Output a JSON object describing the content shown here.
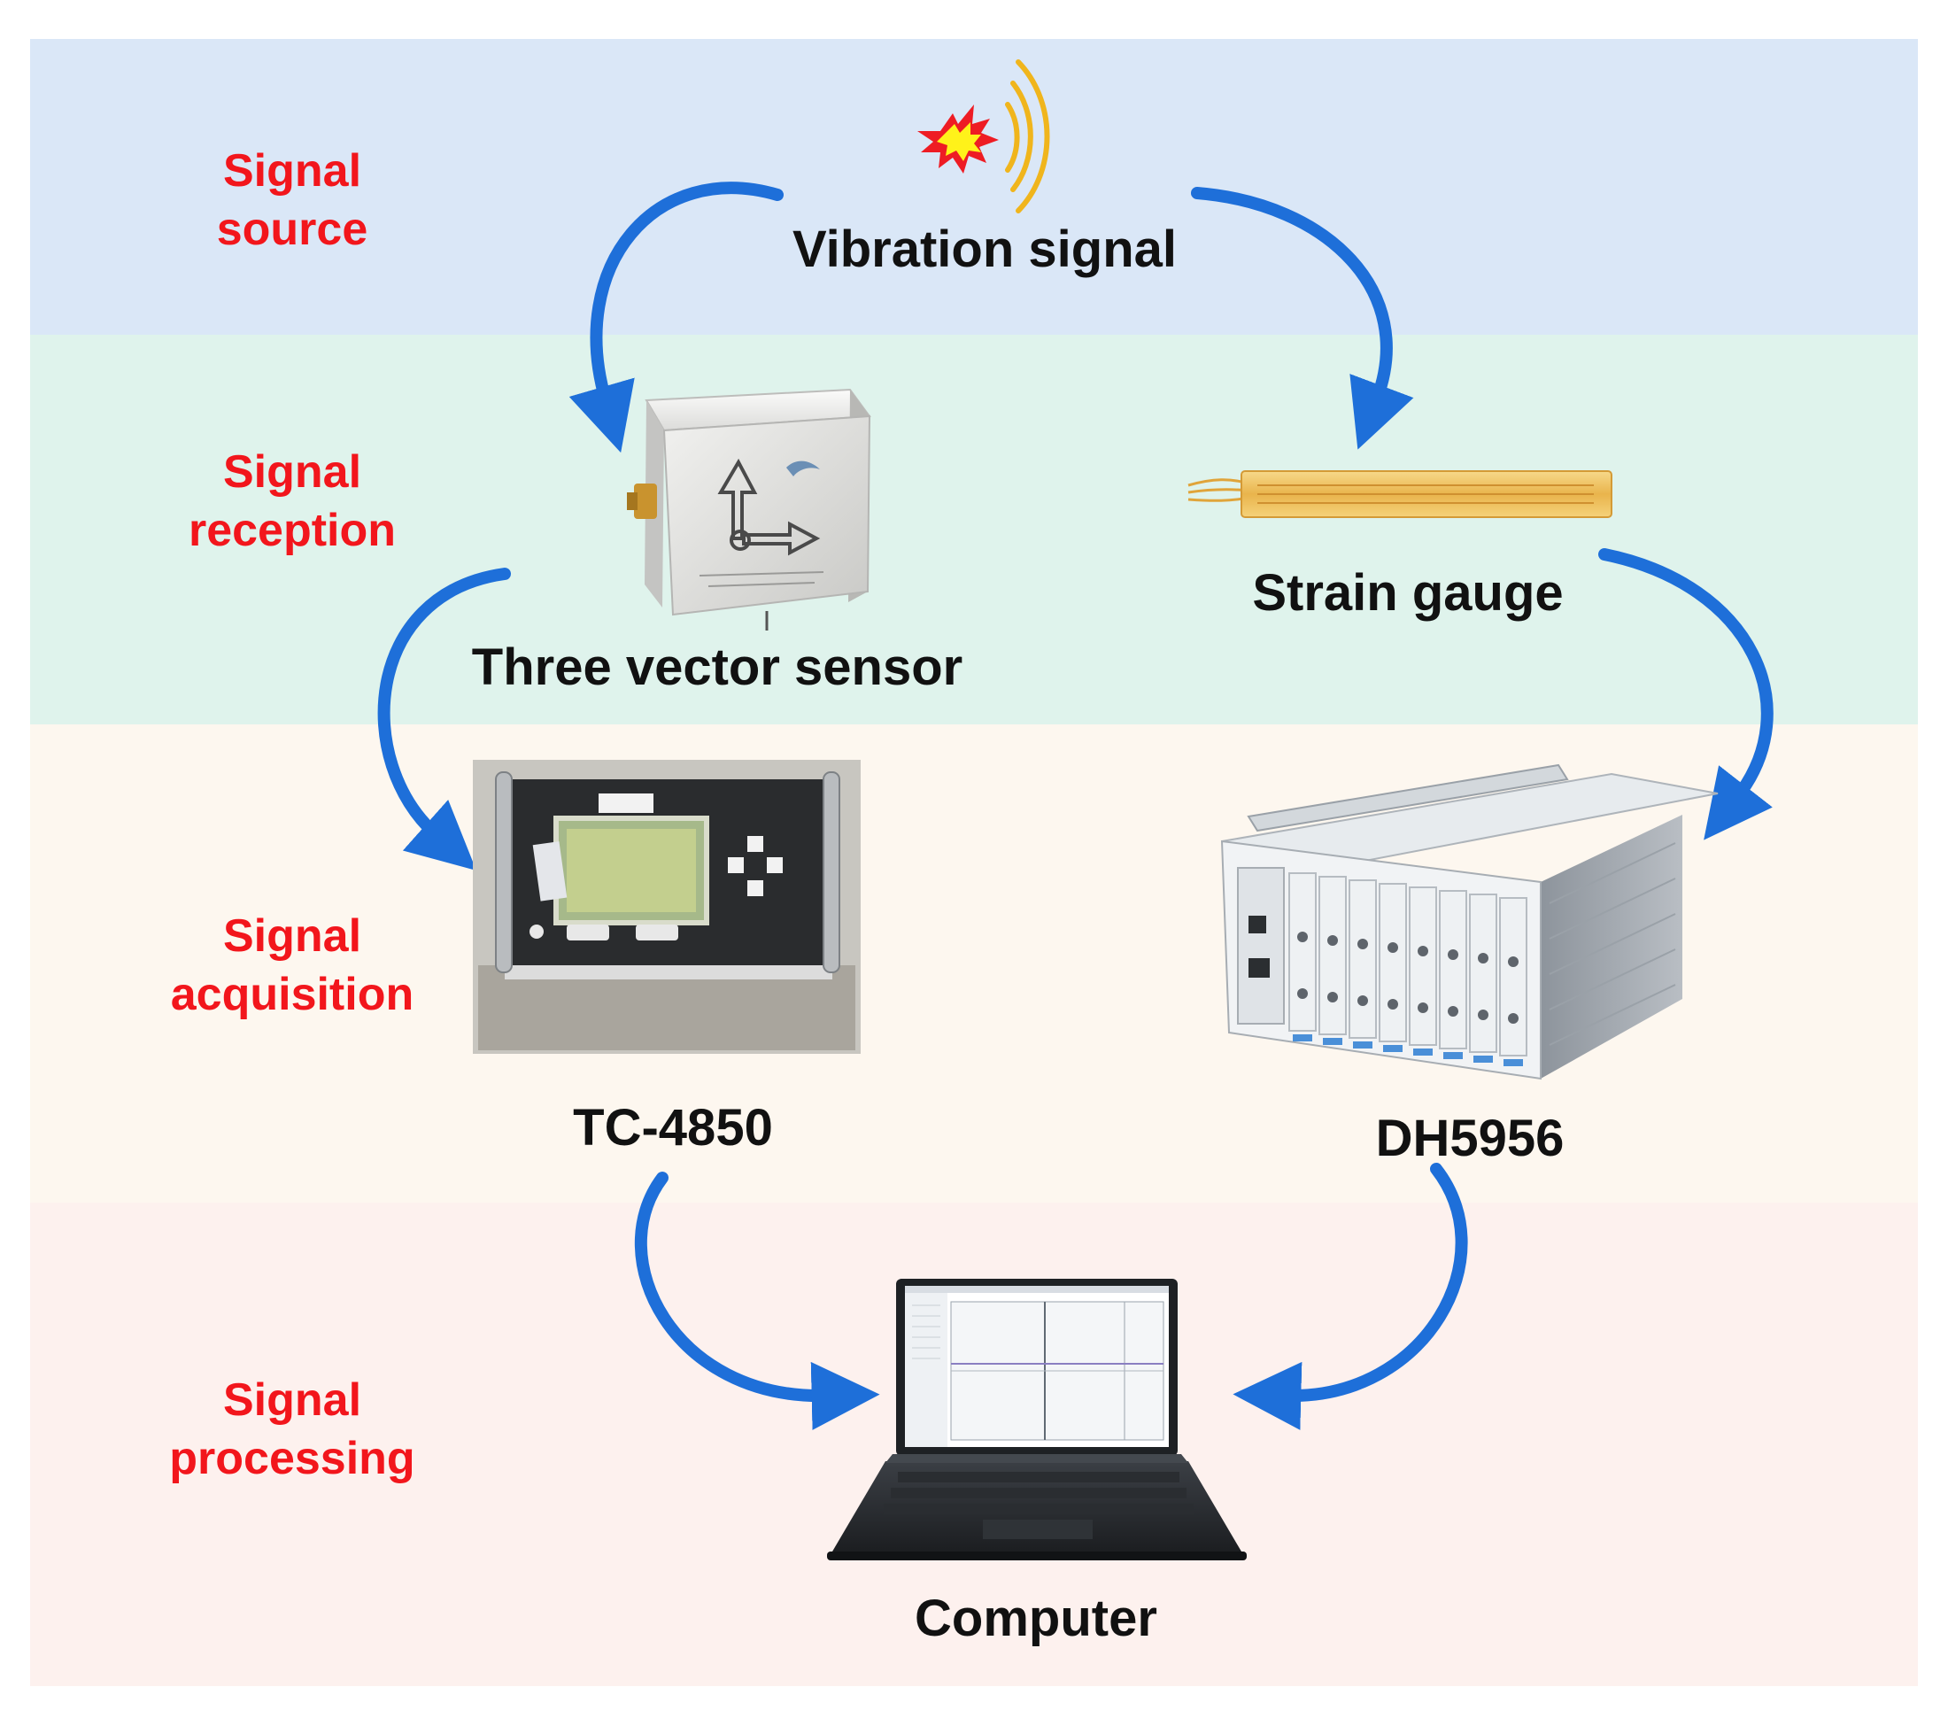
{
  "colors": {
    "source_band": "#dae7f7",
    "reception_band": "#dff3ec",
    "acquisition_band": "#fdf7ef",
    "processing_band": "#fdf1ee",
    "stage_label": "#f2161c",
    "arrow": "#1e6fd9",
    "wave": "#f0b51c"
  },
  "stages": {
    "source": {
      "line1": "Signal",
      "line2": "source"
    },
    "reception": {
      "line1": "Signal",
      "line2": "reception"
    },
    "acquisition": {
      "line1": "Signal",
      "line2": "acquisition"
    },
    "processing": {
      "line1": "Signal",
      "line2": "processing"
    }
  },
  "nodes": {
    "vibration": {
      "label": "Vibration signal",
      "icon": "explosion-burst-icon"
    },
    "sensor": {
      "label": "Three vector sensor",
      "icon": "cube-sensor-icon"
    },
    "strain": {
      "label": "Strain gauge",
      "icon": "strain-gauge-icon"
    },
    "tc": {
      "label": "TC-4850",
      "icon": "tc-4850-device-icon"
    },
    "dh": {
      "label": "DH5956",
      "icon": "dh5956-device-icon"
    },
    "computer": {
      "label": "Computer",
      "icon": "laptop-icon"
    }
  }
}
